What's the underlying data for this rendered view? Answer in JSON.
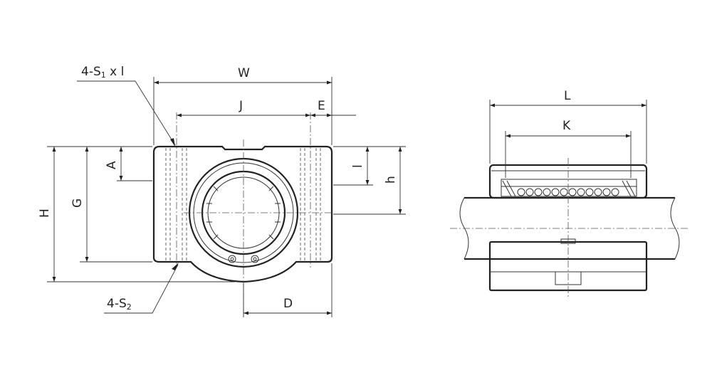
{
  "labels": {
    "W": "W",
    "J": "J",
    "E": "E",
    "S1": "4-S",
    "S1_sub": "1",
    "S1_suffix": " x l",
    "S2": "4-S",
    "S2_sub": "2",
    "A": "A",
    "G": "G",
    "H": "H",
    "l": "l",
    "h": "h",
    "D": "D",
    "L": "L",
    "K": "K"
  }
}
